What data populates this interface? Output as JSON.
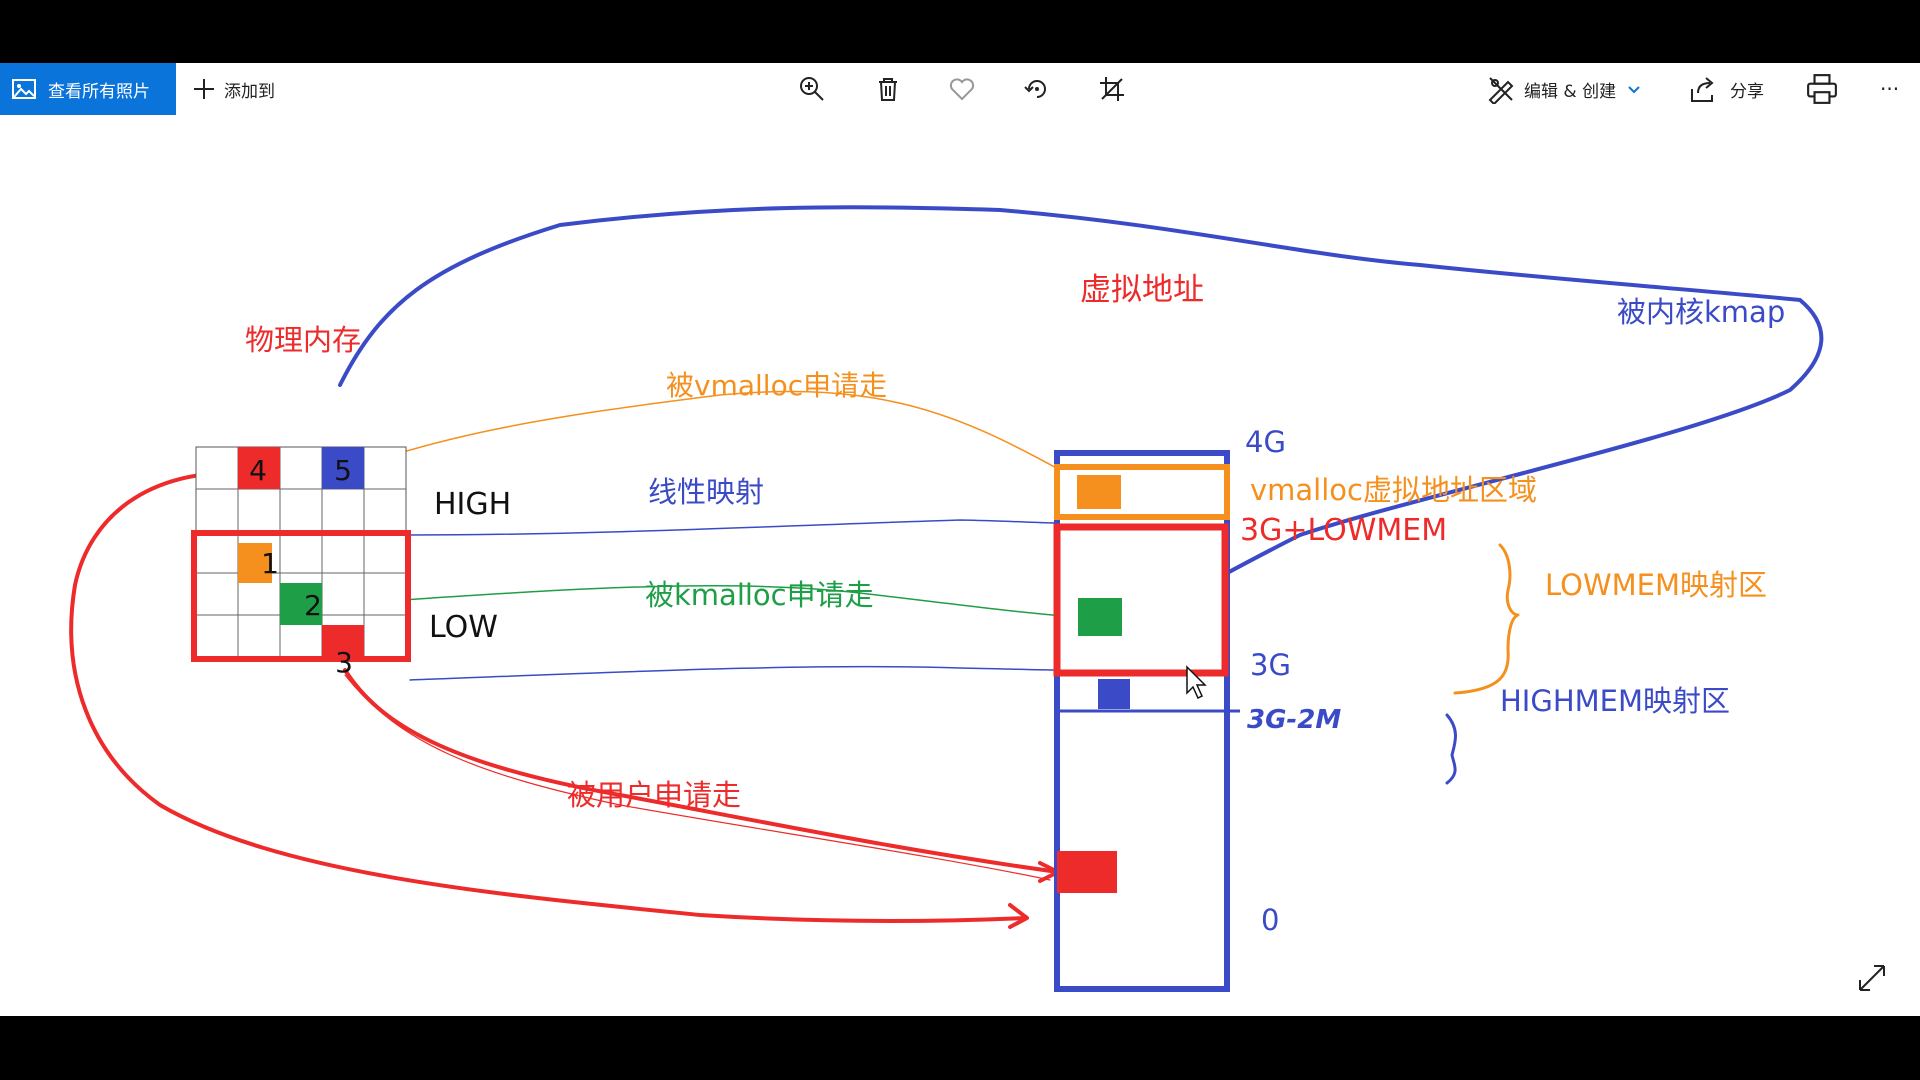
{
  "toolbar": {
    "view_all_label": "查看所有照片",
    "add_to_label": "添加到",
    "edit_create_label": "编辑 & 创建",
    "share_label": "分享",
    "more_label": "···",
    "icons": {
      "gallery": "gallery-icon",
      "add": "plus-icon",
      "zoom": "zoom-in-icon",
      "delete": "trash-icon",
      "favorite": "heart-icon",
      "rotate": "rotate-icon",
      "crop": "crop-icon",
      "edit": "edit-create-icon",
      "share": "share-icon",
      "print": "print-icon",
      "fullscreen": "expand-icon"
    },
    "accent": "#0a74da"
  },
  "diagram": {
    "physical_memory": "物理内存",
    "virtual_address": "虚拟地址",
    "kmap": "被内核kmap",
    "vmalloc_taken": "被vmalloc申请走",
    "linear_map": "线性映射",
    "kmalloc_taken": "被kmalloc申请走",
    "user_taken": "被用户申请走",
    "high": "HIGH",
    "low": "LOW",
    "cell1": "1",
    "cell2": "2",
    "cell3": "3",
    "cell4": "4",
    "cell5": "5",
    "label_4g": "4G",
    "label_vmalloc_area": "vmalloc虚拟地址区域",
    "label_3g_lowmem": "3G+LOWMEM",
    "label_lowmem_area": "LOWMEM映射区",
    "label_3g": "3G",
    "label_3g_2m": "3G-2M",
    "label_highmem_area": "HIGHMEM映射区",
    "label_0": "0",
    "colors": {
      "red": "#ee2b2b",
      "blue": "#3b4bc8",
      "orange": "#f5901e",
      "green": "#1f9e48"
    }
  }
}
